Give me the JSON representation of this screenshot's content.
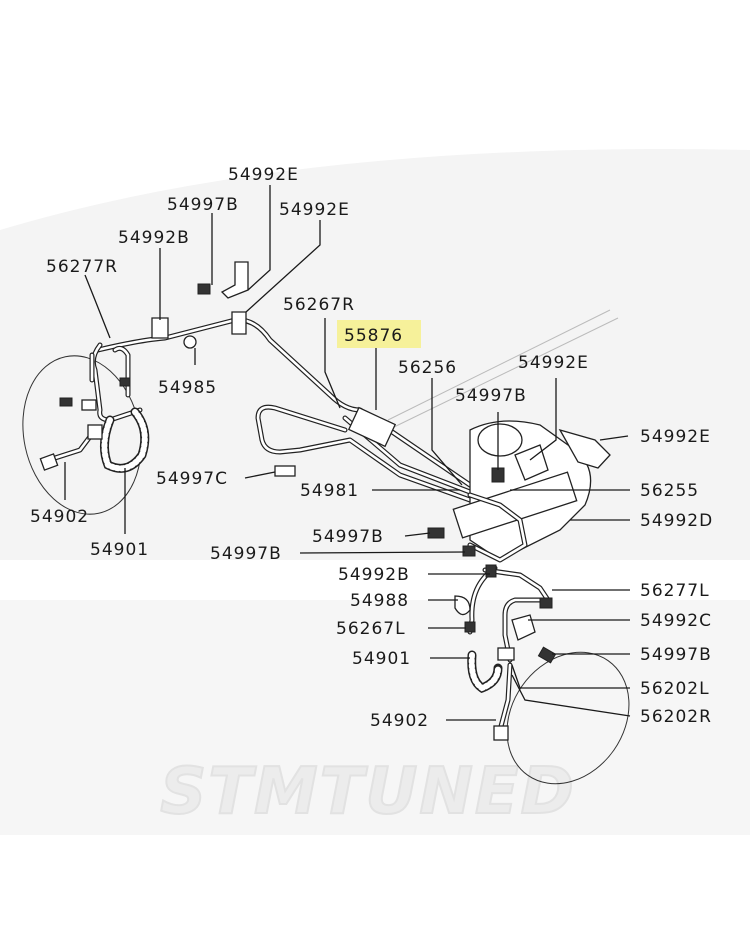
{
  "watermark": {
    "text": "STMTUNED"
  },
  "highlight_color": "#f6f19a",
  "labels": [
    {
      "id": "54992E-top",
      "text": "54992E"
    },
    {
      "id": "54997B-top",
      "text": "54997B"
    },
    {
      "id": "54992E-second",
      "text": "54992E"
    },
    {
      "id": "54992B-top",
      "text": "54992B"
    },
    {
      "id": "56277R",
      "text": "56277R"
    },
    {
      "id": "56267R",
      "text": "56267R"
    },
    {
      "id": "55876",
      "text": "55876",
      "highlighted": true
    },
    {
      "id": "56256",
      "text": "56256"
    },
    {
      "id": "54992E-right",
      "text": "54992E"
    },
    {
      "id": "54997B-mid",
      "text": "54997B"
    },
    {
      "id": "54985",
      "text": "54985"
    },
    {
      "id": "54992E-far-right",
      "text": "54992E"
    },
    {
      "id": "54997C",
      "text": "54997C"
    },
    {
      "id": "54981",
      "text": "54981"
    },
    {
      "id": "56255",
      "text": "56255"
    },
    {
      "id": "54902-left",
      "text": "54902"
    },
    {
      "id": "54992D",
      "text": "54992D"
    },
    {
      "id": "54997B-lower",
      "text": "54997B"
    },
    {
      "id": "54901-left",
      "text": "54901"
    },
    {
      "id": "54997B-lower2",
      "text": "54997B"
    },
    {
      "id": "54992B-lower",
      "text": "54992B"
    },
    {
      "id": "56277L",
      "text": "56277L"
    },
    {
      "id": "54988",
      "text": "54988"
    },
    {
      "id": "54992C",
      "text": "54992C"
    },
    {
      "id": "56267L",
      "text": "56267L"
    },
    {
      "id": "54901-right",
      "text": "54901"
    },
    {
      "id": "54997B-right",
      "text": "54997B"
    },
    {
      "id": "56202L",
      "text": "56202L"
    },
    {
      "id": "54902-right",
      "text": "54902"
    },
    {
      "id": "56202R",
      "text": "56202R"
    }
  ]
}
